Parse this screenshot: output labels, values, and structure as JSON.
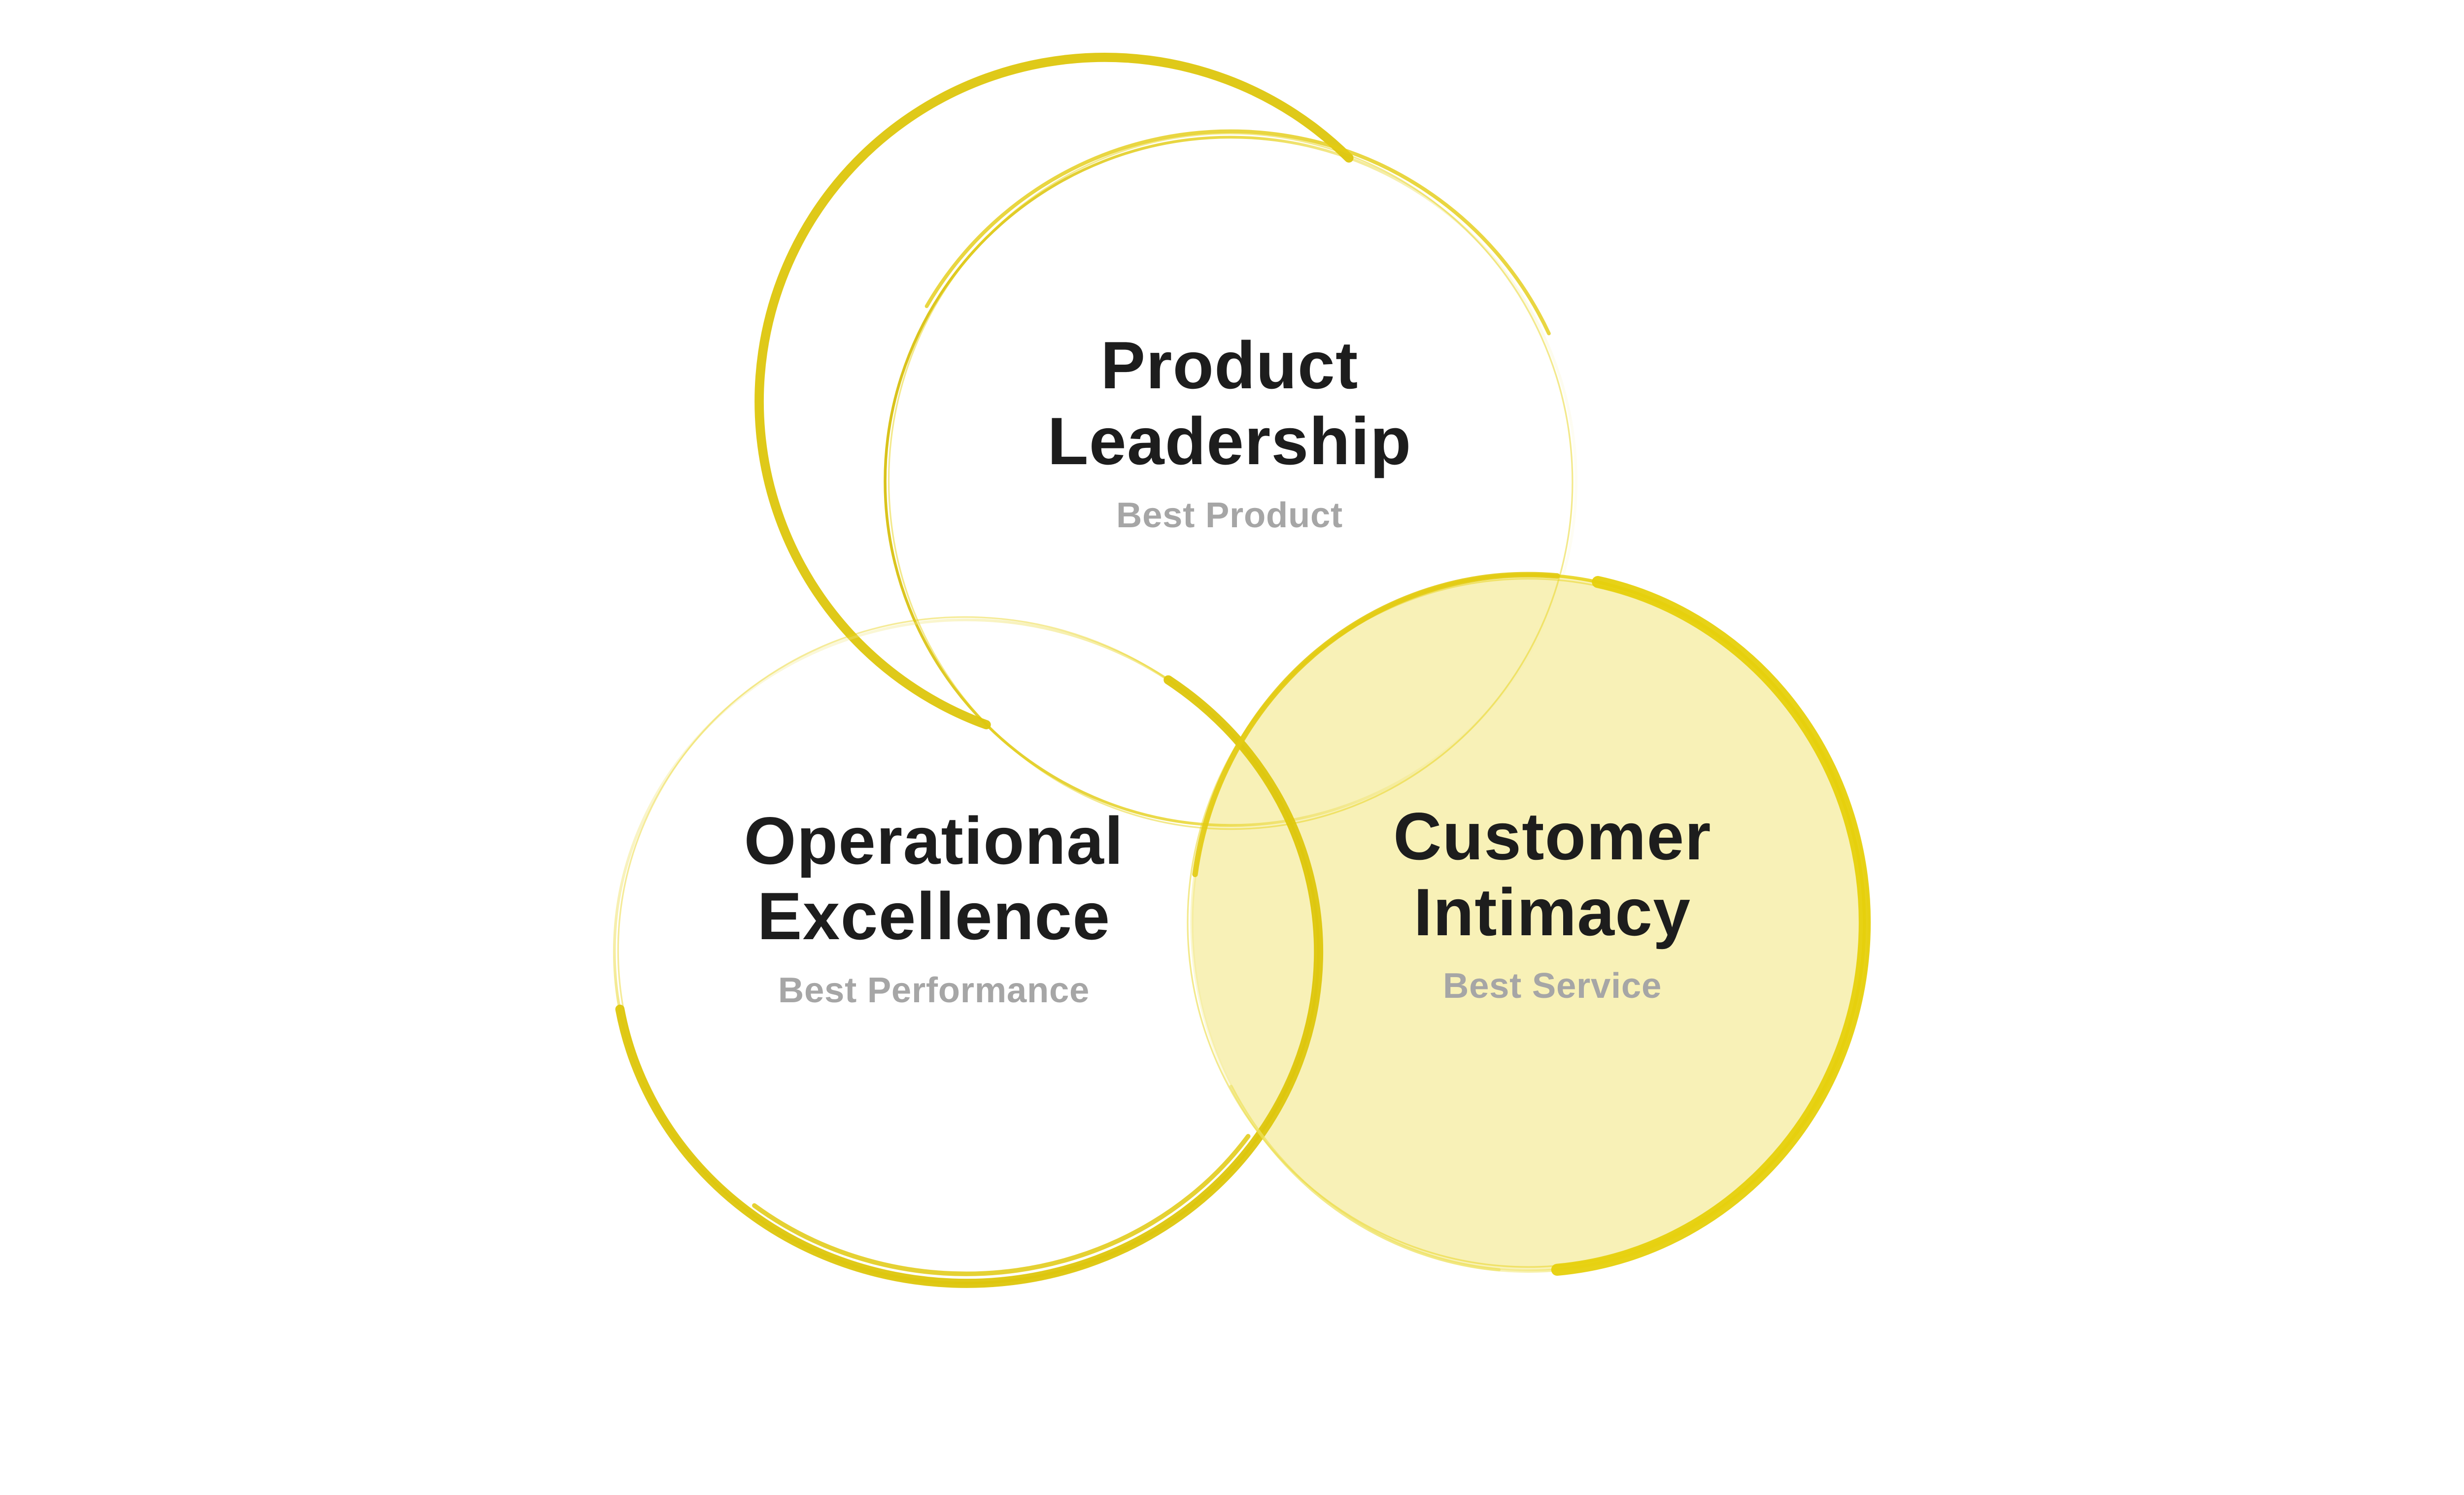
{
  "diagram": {
    "type": "venn-three-circles",
    "background_color": "#ffffff",
    "accent_colors": {
      "circle_stroke": "#ddc60d",
      "circle_stroke_bright": "#e6d00c",
      "circle_stroke_soft": "#ecdf55",
      "customer_fill": "#f8f1b7",
      "title_text": "#1d1d1d",
      "subtitle_text": "#a6a6a6"
    },
    "circles": [
      {
        "id": "product-leadership",
        "title": "Product Leadership",
        "title_lines": [
          "Product",
          "Leadership"
        ],
        "subtitle": "Best Product",
        "filled": false
      },
      {
        "id": "operational-excellence",
        "title": "Operational Excellence",
        "title_lines": [
          "Operational",
          "Excellence"
        ],
        "subtitle": "Best Performance",
        "filled": false
      },
      {
        "id": "customer-intimacy",
        "title": "Customer Intimacy",
        "title_lines": [
          "Customer",
          "Intimacy"
        ],
        "subtitle": "Best Service",
        "filled": true
      }
    ]
  }
}
